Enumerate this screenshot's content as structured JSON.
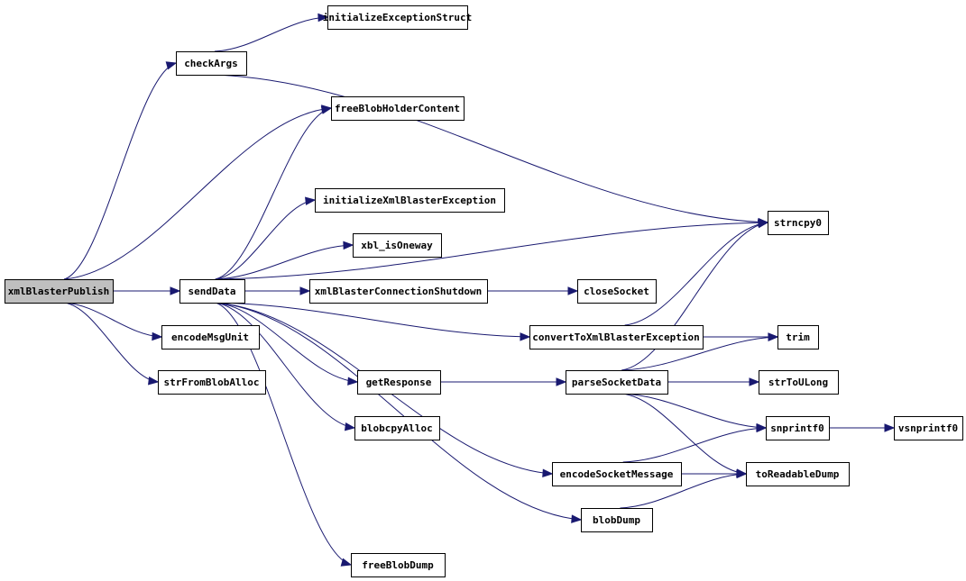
{
  "diagram": {
    "type": "call-graph",
    "nodes": [
      {
        "id": "xmlBlasterPublish",
        "label": "xmlBlasterPublish",
        "root": true
      },
      {
        "id": "checkArgs",
        "label": "checkArgs"
      },
      {
        "id": "initializeExceptionStruct",
        "label": "initializeExceptionStruct"
      },
      {
        "id": "freeBlobHolderContent",
        "label": "freeBlobHolderContent"
      },
      {
        "id": "initializeXmlBlasterException",
        "label": "initializeXmlBlasterException"
      },
      {
        "id": "xbl_isOneway",
        "label": "xbl_isOneway"
      },
      {
        "id": "sendData",
        "label": "sendData"
      },
      {
        "id": "xmlBlasterConnectionShutdown",
        "label": "xmlBlasterConnectionShutdown"
      },
      {
        "id": "closeSocket",
        "label": "closeSocket"
      },
      {
        "id": "encodeMsgUnit",
        "label": "encodeMsgUnit"
      },
      {
        "id": "strFromBlobAlloc",
        "label": "strFromBlobAlloc"
      },
      {
        "id": "strncpy0",
        "label": "strncpy0"
      },
      {
        "id": "convertToXmlBlasterException",
        "label": "convertToXmlBlasterException"
      },
      {
        "id": "trim",
        "label": "trim"
      },
      {
        "id": "getResponse",
        "label": "getResponse"
      },
      {
        "id": "parseSocketData",
        "label": "parseSocketData"
      },
      {
        "id": "strToULong",
        "label": "strToULong"
      },
      {
        "id": "blobcpyAlloc",
        "label": "blobcpyAlloc"
      },
      {
        "id": "snprintf0",
        "label": "snprintf0"
      },
      {
        "id": "vsnprintf0",
        "label": "vsnprintf0"
      },
      {
        "id": "encodeSocketMessage",
        "label": "encodeSocketMessage"
      },
      {
        "id": "toReadableDump",
        "label": "toReadableDump"
      },
      {
        "id": "blobDump",
        "label": "blobDump"
      },
      {
        "id": "freeBlobDump",
        "label": "freeBlobDump"
      }
    ],
    "edges": [
      [
        "xmlBlasterPublish",
        "checkArgs"
      ],
      [
        "xmlBlasterPublish",
        "freeBlobHolderContent"
      ],
      [
        "xmlBlasterPublish",
        "sendData"
      ],
      [
        "xmlBlasterPublish",
        "encodeMsgUnit"
      ],
      [
        "xmlBlasterPublish",
        "strFromBlobAlloc"
      ],
      [
        "checkArgs",
        "initializeExceptionStruct"
      ],
      [
        "checkArgs",
        "strncpy0"
      ],
      [
        "sendData",
        "freeBlobHolderContent"
      ],
      [
        "sendData",
        "strncpy0"
      ],
      [
        "sendData",
        "initializeXmlBlasterException"
      ],
      [
        "sendData",
        "xbl_isOneway"
      ],
      [
        "sendData",
        "xmlBlasterConnectionShutdown"
      ],
      [
        "sendData",
        "convertToXmlBlasterException"
      ],
      [
        "sendData",
        "getResponse"
      ],
      [
        "sendData",
        "blobcpyAlloc"
      ],
      [
        "sendData",
        "encodeSocketMessage"
      ],
      [
        "sendData",
        "blobDump"
      ],
      [
        "sendData",
        "freeBlobDump"
      ],
      [
        "xmlBlasterConnectionShutdown",
        "closeSocket"
      ],
      [
        "convertToXmlBlasterException",
        "strncpy0"
      ],
      [
        "convertToXmlBlasterException",
        "trim"
      ],
      [
        "getResponse",
        "parseSocketData"
      ],
      [
        "parseSocketData",
        "strncpy0"
      ],
      [
        "parseSocketData",
        "trim"
      ],
      [
        "parseSocketData",
        "strToULong"
      ],
      [
        "parseSocketData",
        "snprintf0"
      ],
      [
        "parseSocketData",
        "toReadableDump"
      ],
      [
        "snprintf0",
        "vsnprintf0"
      ],
      [
        "encodeSocketMessage",
        "snprintf0"
      ],
      [
        "encodeSocketMessage",
        "toReadableDump"
      ],
      [
        "blobDump",
        "toReadableDump"
      ]
    ]
  }
}
